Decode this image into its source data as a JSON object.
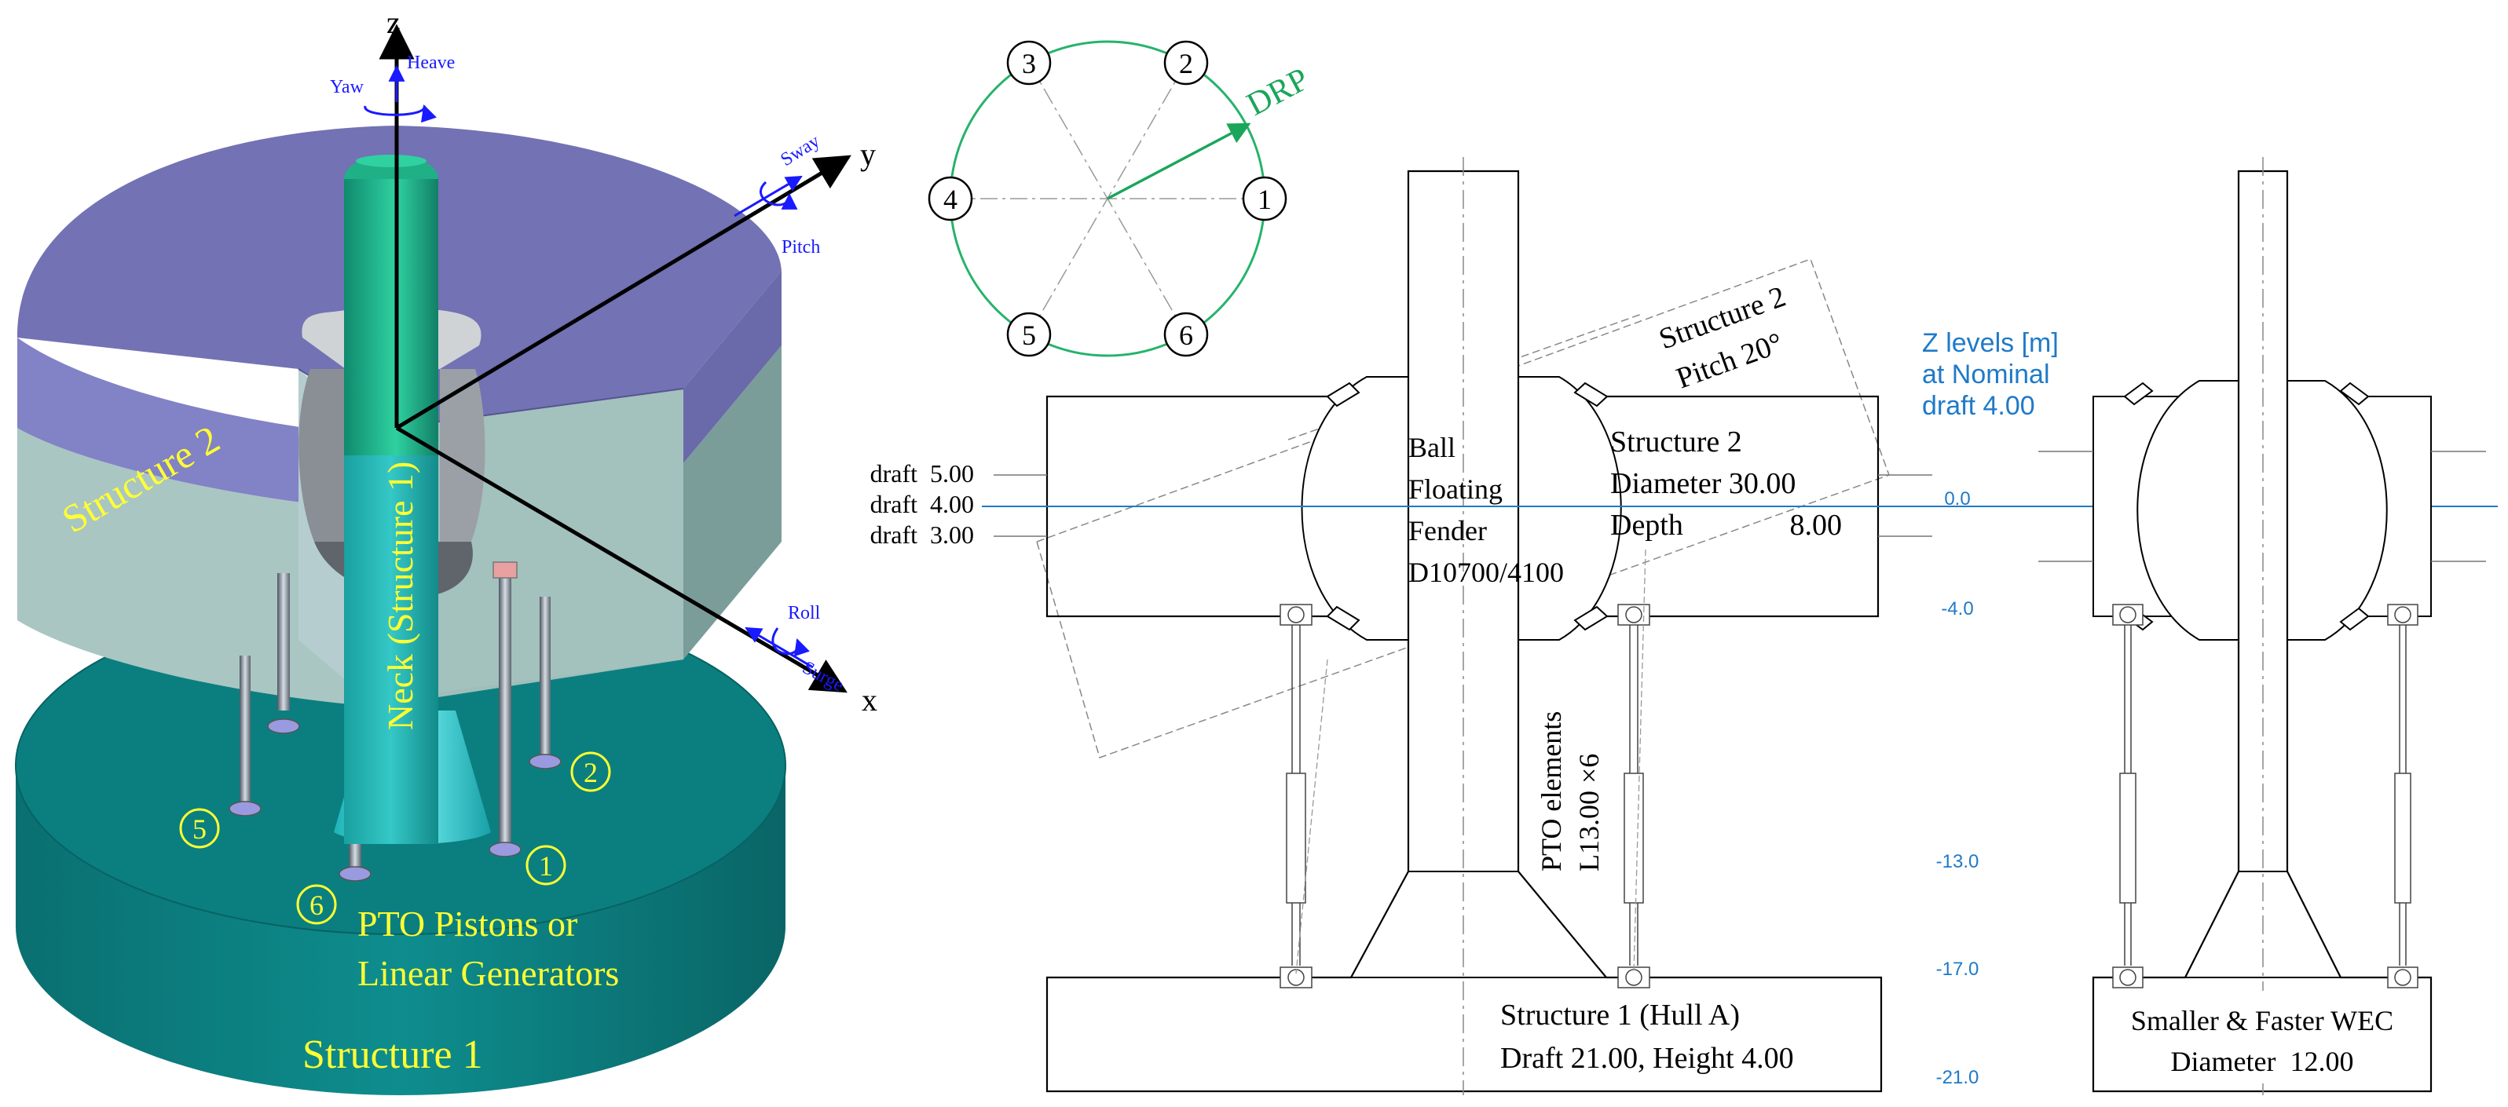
{
  "model3d": {
    "axes": {
      "z": "z",
      "y": "y",
      "x": "x"
    },
    "dofs": {
      "heave": "Heave",
      "yaw": "Yaw",
      "sway": "Sway",
      "pitch": "Pitch",
      "roll": "Roll",
      "surge": "Surge"
    },
    "labels": {
      "structure2": "Structure 2",
      "neck": "Neck (Structure 1)",
      "pto": [
        "PTO Pistons or",
        "Linear Generators"
      ],
      "structure1": "Structure 1"
    },
    "pistons": [
      "1",
      "2",
      "5",
      "6"
    ],
    "colors": {
      "structure2_top": "#7272b4",
      "structure2_side": "#a7c4c0",
      "structure1": "#0b7f80",
      "neck": "#22b890",
      "label": "#ffff33",
      "dof": "#1a1aff"
    }
  },
  "plan": {
    "pistons": [
      "1",
      "2",
      "3",
      "4",
      "5",
      "6"
    ],
    "drp_label": "DRP",
    "colors": {
      "circle": "#26b36b",
      "drp": "#1aa65a"
    }
  },
  "section": {
    "drafts": [
      "draft  5.00",
      "draft  4.00",
      "draft  3.00"
    ],
    "ball_label": [
      "Ball",
      "Floating",
      "Fender",
      "D10700/4100"
    ],
    "structure2_pitch": [
      "Structure 2",
      "Pitch 20°"
    ],
    "structure2": [
      "Structure 2",
      "Diameter 30.00",
      "Depth",
      "8.00"
    ],
    "pto_elements": [
      "PTO elements",
      "L13.00 ×6"
    ],
    "structure1": [
      "Structure 1 (Hull A)",
      "Draft 21.00, Height 4.00"
    ]
  },
  "zlevels": {
    "title": [
      "Z levels [m]",
      "at Nominal",
      "draft 4.00"
    ],
    "values": [
      "0.0",
      "-4.0",
      "-13.0",
      "-17.0",
      "-21.0"
    ],
    "color": "#1f7ac8"
  },
  "wec": {
    "label": [
      "Smaller & Faster WEC",
      "Diameter  12.00"
    ]
  }
}
